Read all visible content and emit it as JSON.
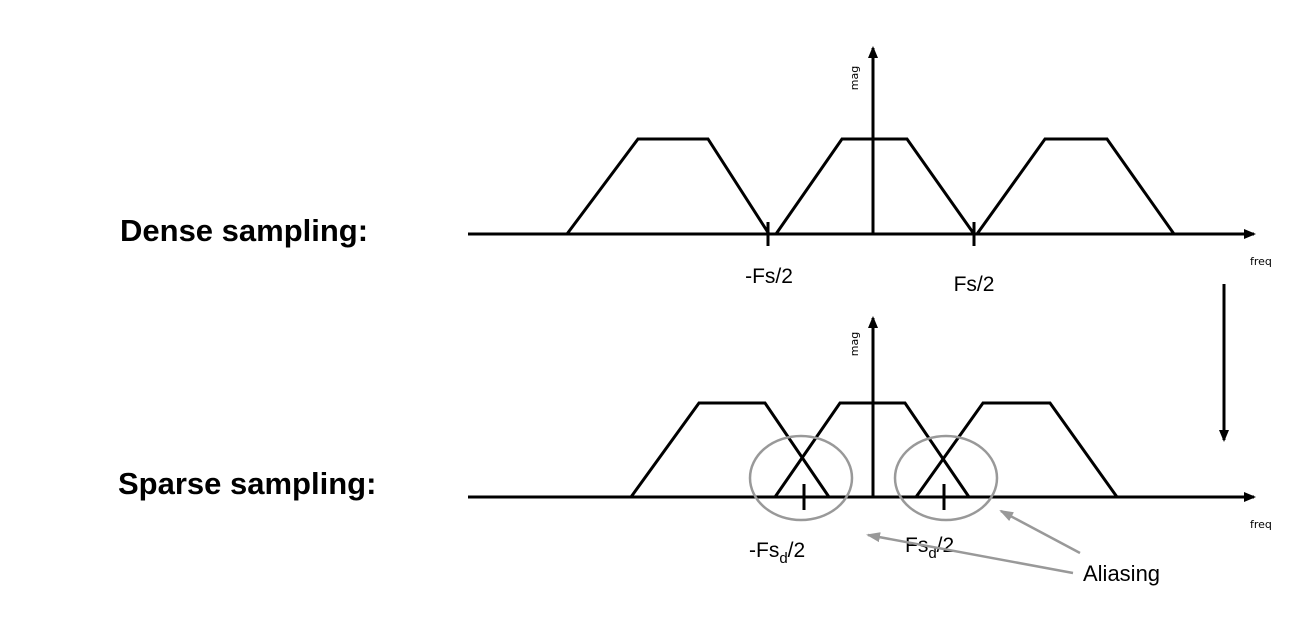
{
  "rows": {
    "dense": {
      "label": "Dense sampling:",
      "y_axis_label": "mag",
      "x_axis_label": "freq",
      "tick_left": "-Fs/2",
      "tick_right": "Fs/2"
    },
    "sparse": {
      "label": "Sparse sampling:",
      "y_axis_label": "mag",
      "x_axis_label": "freq",
      "tick_left_main": "-Fs",
      "tick_left_sub": "d",
      "tick_left_tail": "/2",
      "tick_right_main": "Fs",
      "tick_right_sub": "d",
      "tick_right_tail": "/2"
    }
  },
  "callout": {
    "label": "Aliasing"
  },
  "colors": {
    "line": "#000000",
    "highlight": "#999999"
  }
}
